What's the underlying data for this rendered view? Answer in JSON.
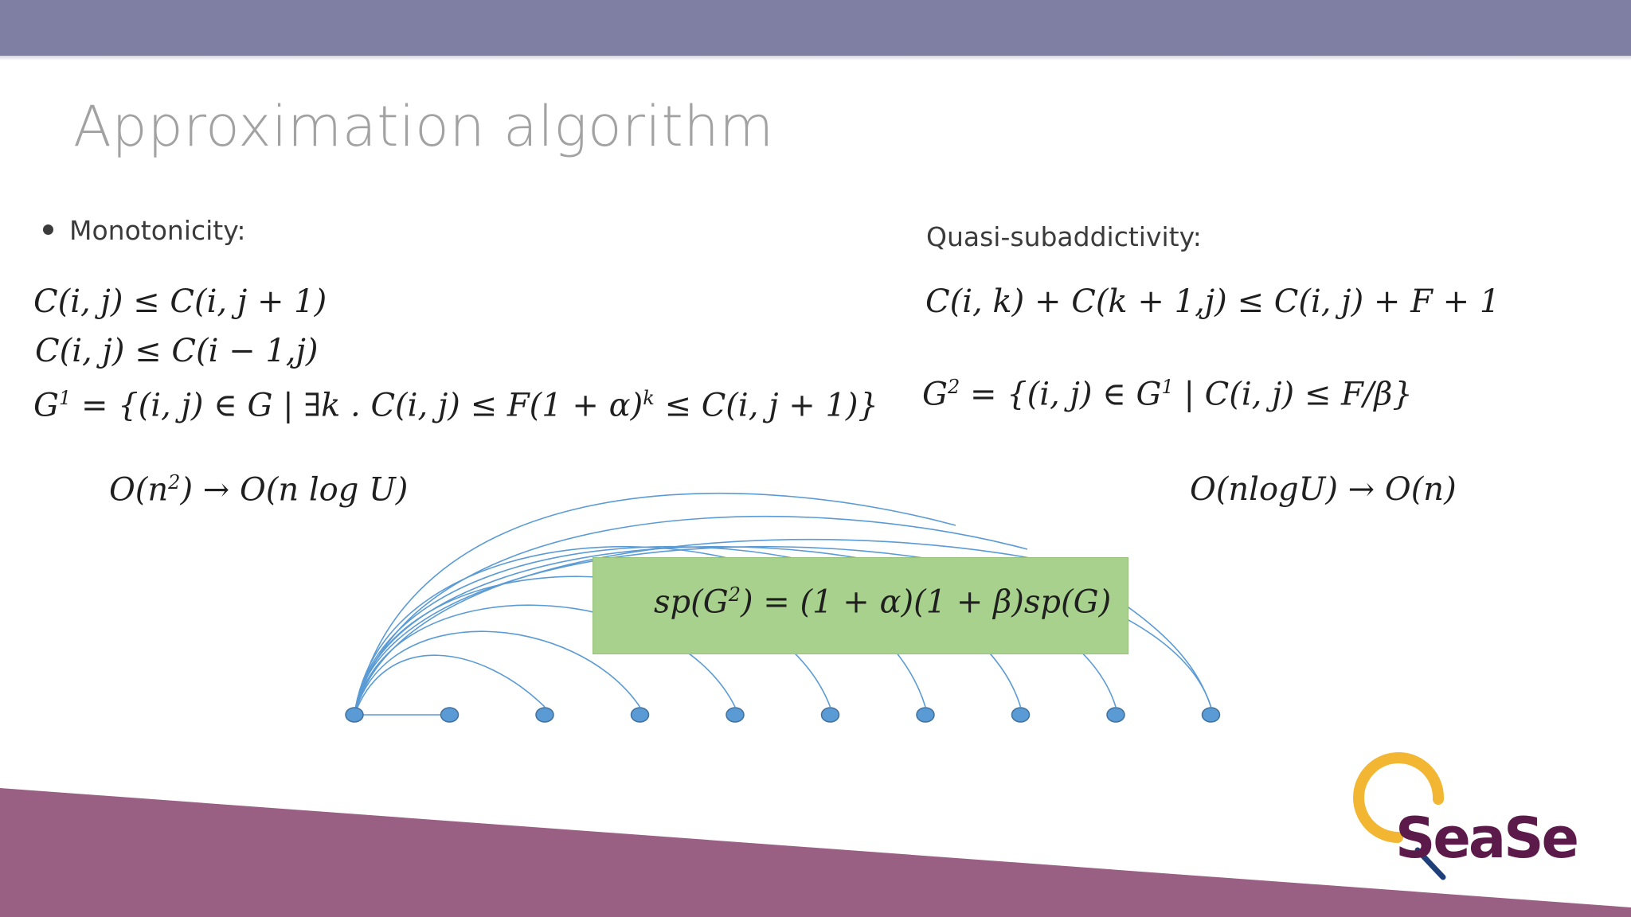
{
  "title": "Approximation algorithm",
  "left_heading": "Monotonicity:",
  "right_heading": "Quasi-subaddictivity:",
  "left_formulas": {
    "f1": "C(i, j) ≤ C(i, j + 1)",
    "f2": "C(i, j) ≤ C(i − 1,j)",
    "f3_base": "G",
    "f3_sup": "1",
    "f3_mid": " = {(i, j) ∈ G | ∃k . C(i, j) ≤ F(1 + α)",
    "f3_sup2": "k",
    "f3_end": " ≤ C(i, j + 1)}",
    "complexity_a": "O(n",
    "complexity_sup": "2",
    "complexity_b": ") → O(n log U)"
  },
  "right_formulas": {
    "f1": "C(i, k) + C(k + 1,j) ≤ C(i, j) + F + 1",
    "f2_base": "G",
    "f2_sup": "2",
    "f2_mid": " = {(i, j) ∈ G",
    "f2_sup2": "1",
    "f2_end": " | C(i, j) ≤ F/β}",
    "complexity": "O(nlogU) → O(n)"
  },
  "box_formula": {
    "a": "sp(G",
    "sup": "2",
    "b": ") = (1 + α)(1 + β)sp(G)"
  },
  "graph": {
    "node_count": 10,
    "node_fill": "#5b9bd5",
    "edge_color": "#5b9bd5"
  },
  "logo": {
    "text": "SeaSe",
    "ring_color": "#f2b632",
    "text_color": "#5c1a4a"
  },
  "colors": {
    "top_band": "#7f7fa3",
    "bottom_band": "#9a6083",
    "box_fill": "#a9d18e"
  }
}
